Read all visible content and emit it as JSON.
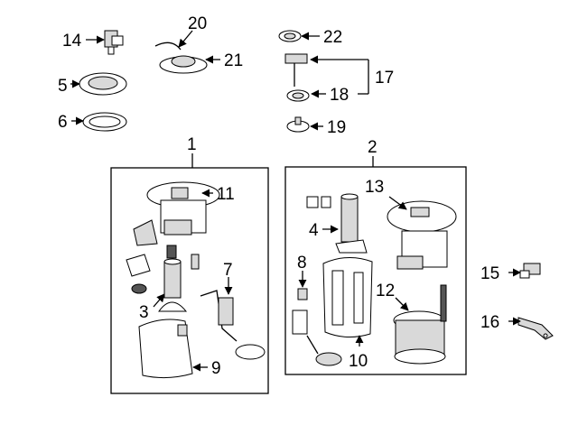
{
  "callouts": {
    "c1": "1",
    "c2": "2",
    "c3": "3",
    "c4": "4",
    "c5": "5",
    "c6": "6",
    "c7": "7",
    "c8": "8",
    "c9": "9",
    "c10": "10",
    "c11": "11",
    "c12": "12",
    "c13": "13",
    "c14": "14",
    "c15": "15",
    "c16": "16",
    "c17": "17",
    "c18": "18",
    "c19": "19",
    "c20": "20",
    "c21": "21",
    "c22": "22"
  },
  "colors": {
    "line": "#000000",
    "shade": "#d9d9d9",
    "dark": "#555555"
  }
}
